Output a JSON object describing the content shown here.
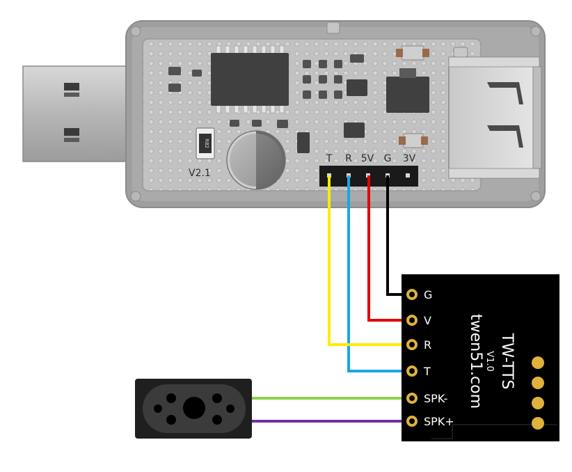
{
  "usb_adapter": {
    "version_label": "V2.1",
    "resistor_label": "R82",
    "header_pins": [
      "T",
      "R",
      "5V",
      "G",
      "3V"
    ]
  },
  "module": {
    "brand": "twen51.com",
    "model": "TW-TTS",
    "version": "V1.0",
    "pins": [
      "G",
      "V",
      "R",
      "T",
      "SPK-",
      "SPK+"
    ]
  },
  "wires": [
    {
      "from": "T",
      "to": "R",
      "color": "#ffeb00"
    },
    {
      "from": "R",
      "to": "T",
      "color": "#1aa6e6"
    },
    {
      "from": "5V",
      "to": "V",
      "color": "#e60000"
    },
    {
      "from": "G",
      "to": "G",
      "color": "#000000"
    },
    {
      "from": "speaker",
      "to": "SPK-",
      "color": "#8dd14f"
    },
    {
      "from": "speaker",
      "to": "SPK+",
      "color": "#7030a0"
    }
  ],
  "colors": {
    "pcb": "#b9b9b9",
    "case": "#9a9a9a",
    "module_board": "#000000",
    "pad_gold": "#e0b23c"
  }
}
